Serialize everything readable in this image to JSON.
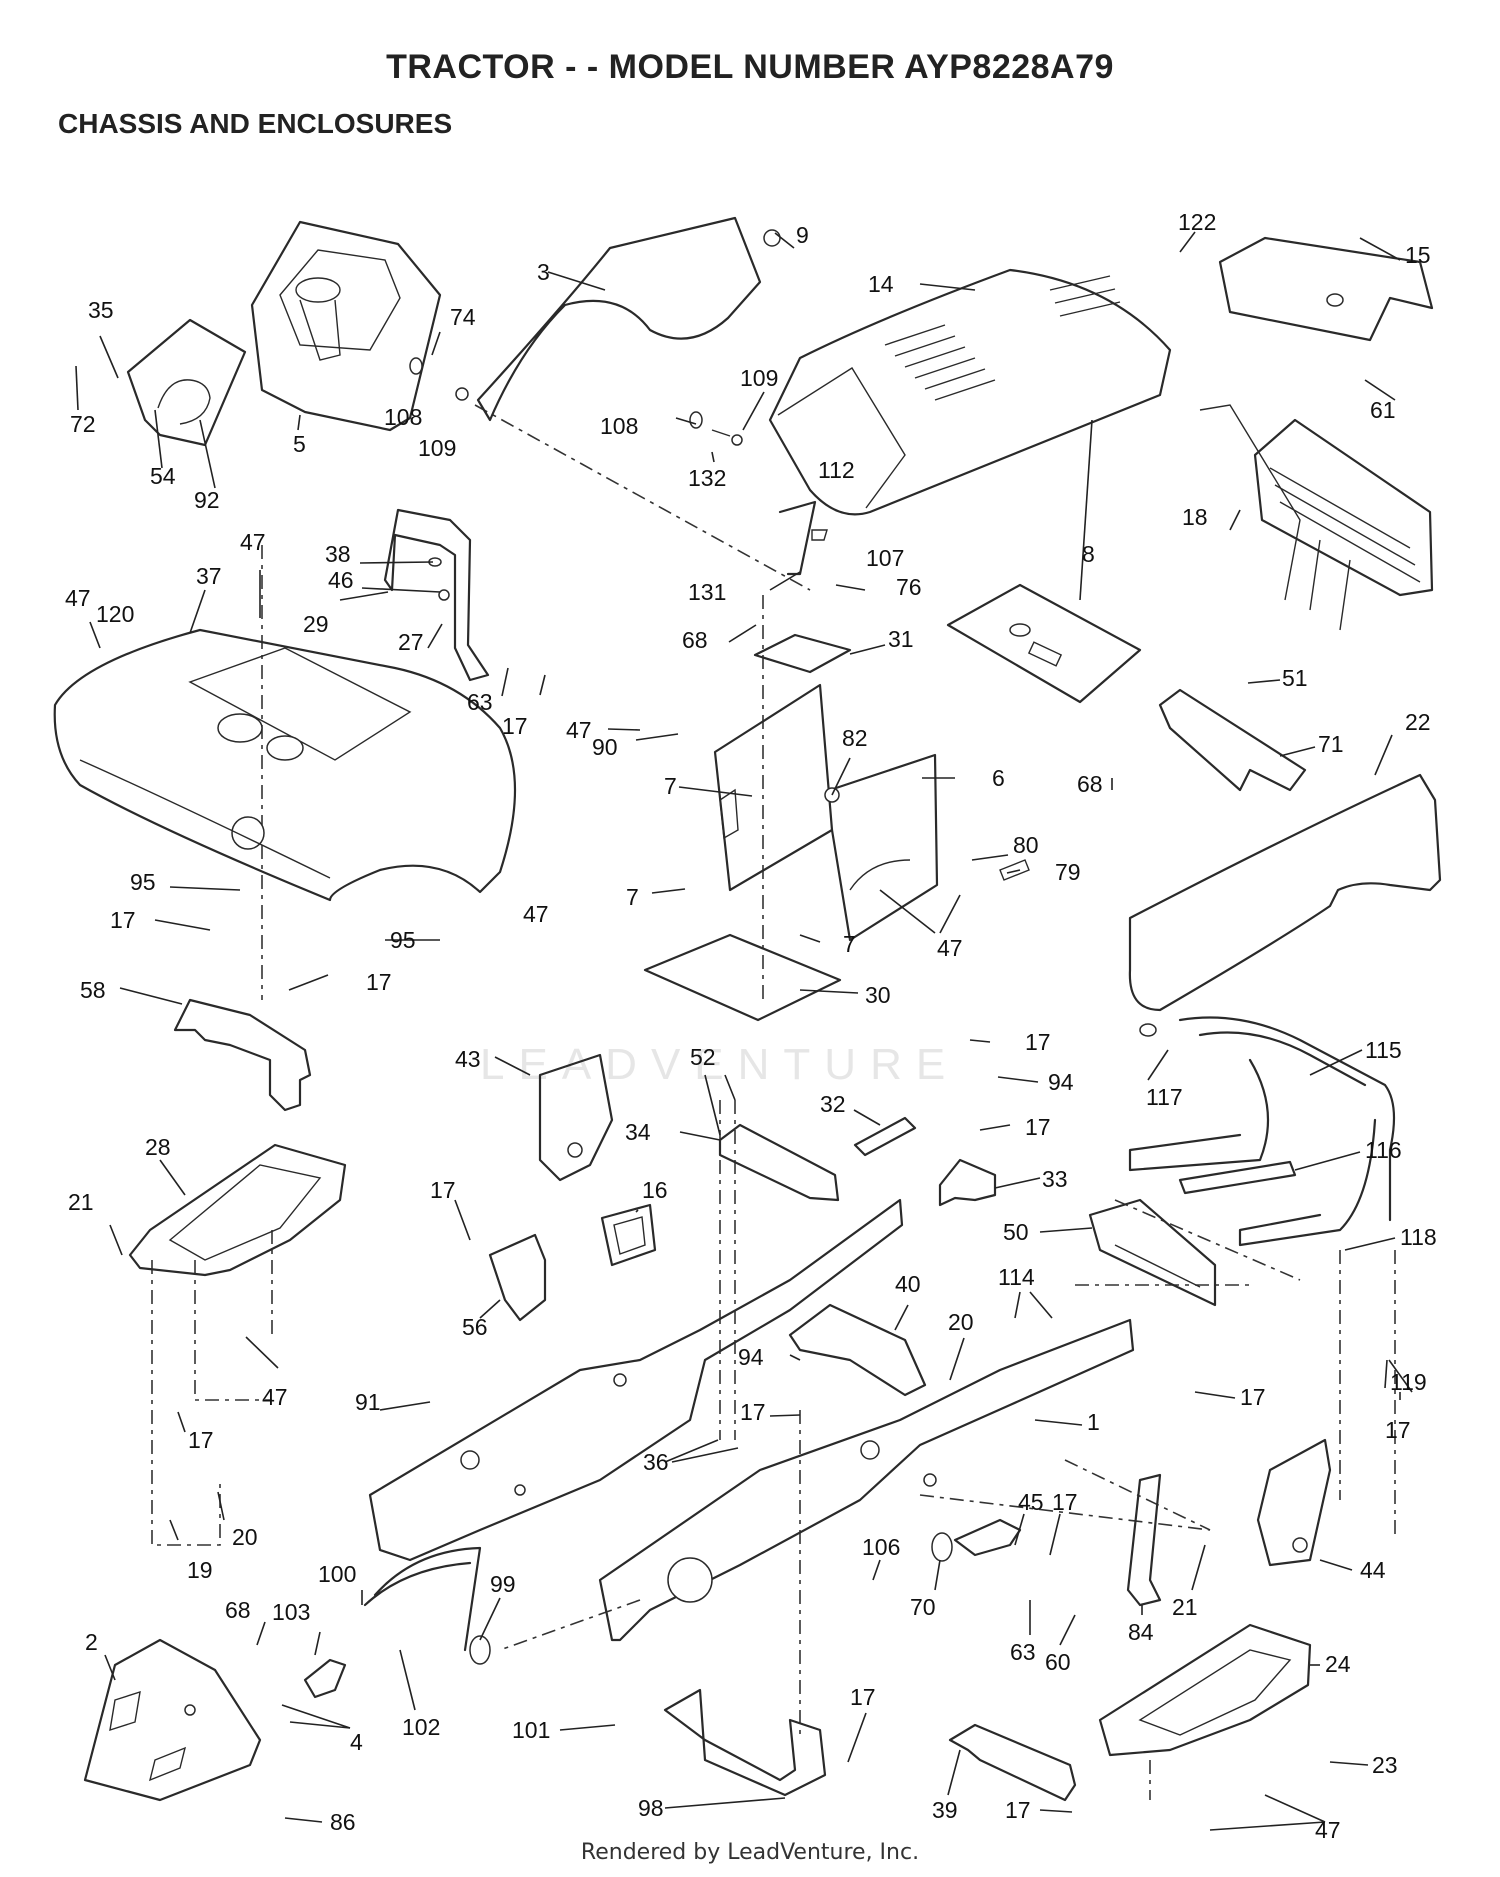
{
  "title": "TRACTOR - - MODEL NUMBER AYP8228A79",
  "subtitle": "CHASSIS AND ENCLOSURES",
  "footer": "Rendered by LeadVenture, Inc.",
  "watermark": "LEADVENTURE",
  "callouts": [
    {
      "id": "c-35",
      "text": "35"
    },
    {
      "id": "c-72",
      "text": "72"
    },
    {
      "id": "c-54",
      "text": "54"
    },
    {
      "id": "c-92",
      "text": "92"
    },
    {
      "id": "c-5",
      "text": "5"
    },
    {
      "id": "c-74",
      "text": "74"
    },
    {
      "id": "c-108a",
      "text": "108"
    },
    {
      "id": "c-109a",
      "text": "109"
    },
    {
      "id": "c-3",
      "text": "3"
    },
    {
      "id": "c-9",
      "text": "9"
    },
    {
      "id": "c-14",
      "text": "14"
    },
    {
      "id": "c-109b",
      "text": "109"
    },
    {
      "id": "c-108b",
      "text": "108"
    },
    {
      "id": "c-132",
      "text": "132"
    },
    {
      "id": "c-112",
      "text": "112"
    },
    {
      "id": "c-122",
      "text": "122"
    },
    {
      "id": "c-15",
      "text": "15"
    },
    {
      "id": "c-61",
      "text": "61"
    },
    {
      "id": "c-18",
      "text": "18"
    },
    {
      "id": "c-47a",
      "text": "47"
    },
    {
      "id": "c-47b",
      "text": "47"
    },
    {
      "id": "c-120",
      "text": "120"
    },
    {
      "id": "c-37",
      "text": "37"
    },
    {
      "id": "c-38",
      "text": "38"
    },
    {
      "id": "c-46",
      "text": "46"
    },
    {
      "id": "c-29",
      "text": "29"
    },
    {
      "id": "c-27",
      "text": "27"
    },
    {
      "id": "c-63a",
      "text": "63"
    },
    {
      "id": "c-17a",
      "text": "17"
    },
    {
      "id": "c-131",
      "text": "131"
    },
    {
      "id": "c-107",
      "text": "107"
    },
    {
      "id": "c-76",
      "text": "76"
    },
    {
      "id": "c-68a",
      "text": "68"
    },
    {
      "id": "c-31",
      "text": "31"
    },
    {
      "id": "c-8",
      "text": "8"
    },
    {
      "id": "c-68b",
      "text": "68"
    },
    {
      "id": "c-51",
      "text": "51"
    },
    {
      "id": "c-71",
      "text": "71"
    },
    {
      "id": "c-22",
      "text": "22"
    },
    {
      "id": "c-47c",
      "text": "47"
    },
    {
      "id": "c-90",
      "text": "90"
    },
    {
      "id": "c-82",
      "text": "82"
    },
    {
      "id": "c-6",
      "text": "6"
    },
    {
      "id": "c-7a",
      "text": "7"
    },
    {
      "id": "c-80",
      "text": "80"
    },
    {
      "id": "c-79",
      "text": "79"
    },
    {
      "id": "c-7b",
      "text": "7"
    },
    {
      "id": "c-47d",
      "text": "47"
    },
    {
      "id": "c-7c",
      "text": "7"
    },
    {
      "id": "c-30",
      "text": "30"
    },
    {
      "id": "c-95a",
      "text": "95"
    },
    {
      "id": "c-47e",
      "text": "47"
    },
    {
      "id": "c-17b",
      "text": "17"
    },
    {
      "id": "c-95b",
      "text": "95"
    },
    {
      "id": "c-17c",
      "text": "17"
    },
    {
      "id": "c-58",
      "text": "58"
    },
    {
      "id": "c-43",
      "text": "43"
    },
    {
      "id": "c-52",
      "text": "52"
    },
    {
      "id": "c-17d",
      "text": "17"
    },
    {
      "id": "c-94a",
      "text": "94"
    },
    {
      "id": "c-117",
      "text": "117"
    },
    {
      "id": "c-115",
      "text": "115"
    },
    {
      "id": "c-32",
      "text": "32"
    },
    {
      "id": "c-34",
      "text": "34"
    },
    {
      "id": "c-17e",
      "text": "17"
    },
    {
      "id": "c-33",
      "text": "33"
    },
    {
      "id": "c-116",
      "text": "116"
    },
    {
      "id": "c-28",
      "text": "28"
    },
    {
      "id": "c-16",
      "text": "16"
    },
    {
      "id": "c-21a",
      "text": "21"
    },
    {
      "id": "c-17f",
      "text": "17"
    },
    {
      "id": "c-50",
      "text": "50"
    },
    {
      "id": "c-118",
      "text": "118"
    },
    {
      "id": "c-114",
      "text": "114"
    },
    {
      "id": "c-40",
      "text": "40"
    },
    {
      "id": "c-56",
      "text": "56"
    },
    {
      "id": "c-47f",
      "text": "47"
    },
    {
      "id": "c-94b",
      "text": "94"
    },
    {
      "id": "c-20a",
      "text": "20"
    },
    {
      "id": "c-119",
      "text": "119"
    },
    {
      "id": "c-17g",
      "text": "17"
    },
    {
      "id": "c-91",
      "text": "91"
    },
    {
      "id": "c-17h",
      "text": "17"
    },
    {
      "id": "c-17i",
      "text": "17"
    },
    {
      "id": "c-1",
      "text": "1"
    },
    {
      "id": "c-36",
      "text": "36"
    },
    {
      "id": "c-17j",
      "text": "17"
    },
    {
      "id": "c-20b",
      "text": "20"
    },
    {
      "id": "c-45",
      "text": "45"
    },
    {
      "id": "c-17k",
      "text": "17"
    },
    {
      "id": "c-19",
      "text": "19"
    },
    {
      "id": "c-106",
      "text": "106"
    },
    {
      "id": "c-44",
      "text": "44"
    },
    {
      "id": "c-100",
      "text": "100"
    },
    {
      "id": "c-99",
      "text": "99"
    },
    {
      "id": "c-70",
      "text": "70"
    },
    {
      "id": "c-21b",
      "text": "21"
    },
    {
      "id": "c-68c",
      "text": "68"
    },
    {
      "id": "c-103",
      "text": "103"
    },
    {
      "id": "c-2",
      "text": "2"
    },
    {
      "id": "c-84",
      "text": "84"
    },
    {
      "id": "c-63b",
      "text": "63"
    },
    {
      "id": "c-60",
      "text": "60"
    },
    {
      "id": "c-4",
      "text": "4"
    },
    {
      "id": "c-102",
      "text": "102"
    },
    {
      "id": "c-24",
      "text": "24"
    },
    {
      "id": "c-101",
      "text": "101"
    },
    {
      "id": "c-17l",
      "text": "17"
    },
    {
      "id": "c-23",
      "text": "23"
    },
    {
      "id": "c-98",
      "text": "98"
    },
    {
      "id": "c-39",
      "text": "39"
    },
    {
      "id": "c-17m",
      "text": "17"
    },
    {
      "id": "c-47g",
      "text": "47"
    },
    {
      "id": "c-86",
      "text": "86"
    }
  ]
}
